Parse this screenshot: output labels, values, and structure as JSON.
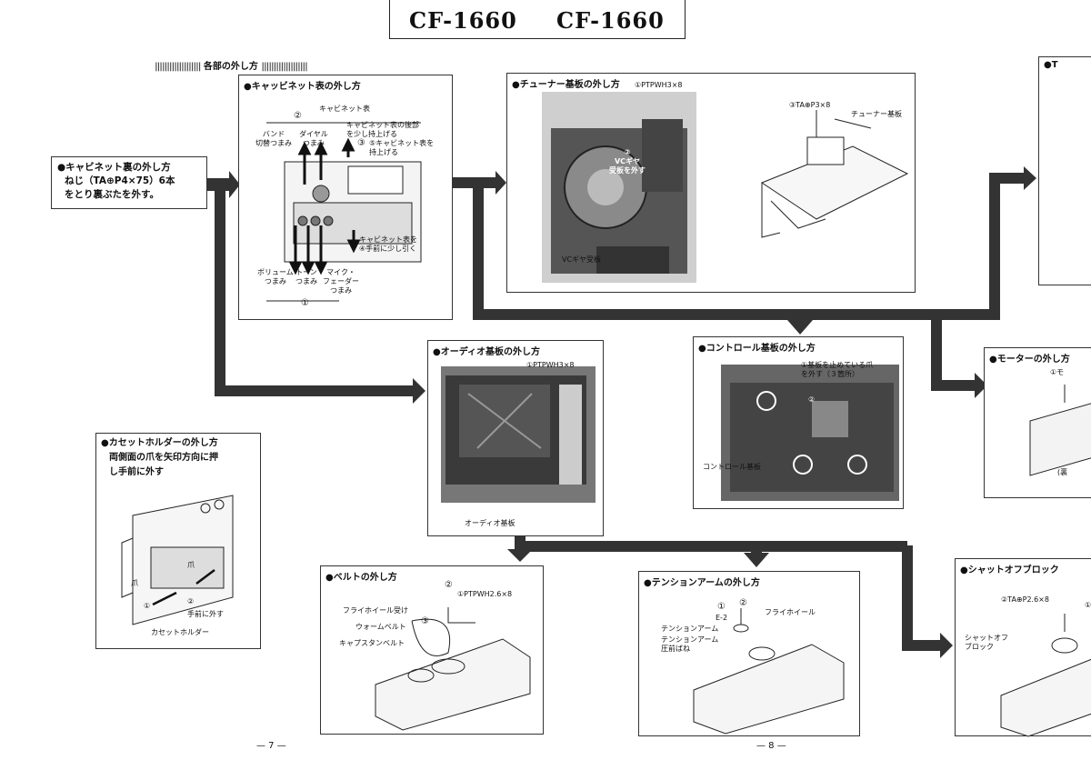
{
  "header": {
    "model_left": "CF-1660",
    "model_right": "CF-1660"
  },
  "section_heading": "各部の外し方",
  "cabinet_back": {
    "title": "キャビネット裏の外し方",
    "lines": [
      "ねじ（TA⊕P4×75）6本",
      "をとり裏ぶたを外す。"
    ]
  },
  "cabinet_front": {
    "title": "キャッビネット表の外し方",
    "labels": {
      "step2": "②",
      "cabinet_front": "キャビネット表",
      "band": "バンド\n切替つまみ",
      "dial": "ダイヤル\nつまみ",
      "lift": "キャビネット表の後部\nを少し持上げる",
      "step3": "③",
      "step5": "⑤キャビネット表を\n持上げる",
      "pull": "キャビネット表を\n④手前に少し引く",
      "volume": "ボリューム\nつまみ",
      "tone": "トーン\nつまみ",
      "mic": "マイク・\nフェーダー\nつまみ",
      "step1": "①"
    }
  },
  "tuner": {
    "title": "チューナー基板の外し方",
    "screw": "①PTPWH3×8",
    "gear_text": "②\nVCギヤ\n受板を外す",
    "gear_label": "VCギヤ受板",
    "screw3": "③TA⊕P3×8",
    "board": "チューナー基板"
  },
  "partial_top_right": {
    "title": "T"
  },
  "audio": {
    "title": "オーディオ基板の外し方",
    "screw": "①PTPWH3×8",
    "board": "オーディオ基板"
  },
  "control": {
    "title": "コントロール基板の外し方",
    "claw": "①基板を止めている爪\nを外す（３箇所）",
    "step2": "②",
    "board": "コントロール基板"
  },
  "motor": {
    "title": "モーターの外し方",
    "screw": "①モ",
    "note": "(裏"
  },
  "cassette": {
    "title": "カセットホルダーの外し方",
    "lines": [
      "両側面の爪を矢印方向に押",
      "し手前に外す"
    ],
    "claw": "爪",
    "claw2": "爪",
    "step1": "①",
    "step2": "②",
    "pull": "手前に外す",
    "holder": "カセットホルダー"
  },
  "belt": {
    "title": "ベルトの外し方",
    "step2": "②",
    "screw": "①PTPWH2.6×8",
    "flywheel_holder": "フライホイール受け",
    "worm": "ウォームベルト",
    "step3": "③",
    "capstan": "キャプスタンベルト"
  },
  "tension": {
    "title": "テンションアームの外し方",
    "step1": "①",
    "step2": "②",
    "e2": "E-2",
    "flywheel": "フライホイール",
    "arm": "テンションアーム",
    "spring": "テンションアーム\n圧前ばね"
  },
  "shutoff": {
    "title": "シャットオフブロック",
    "screw": "②TA⊕P2.6×8",
    "block": "シャットオフ\nブロック",
    "step1": "①"
  },
  "page_numbers": {
    "left": "— 7 —",
    "right": "— 8 —"
  }
}
